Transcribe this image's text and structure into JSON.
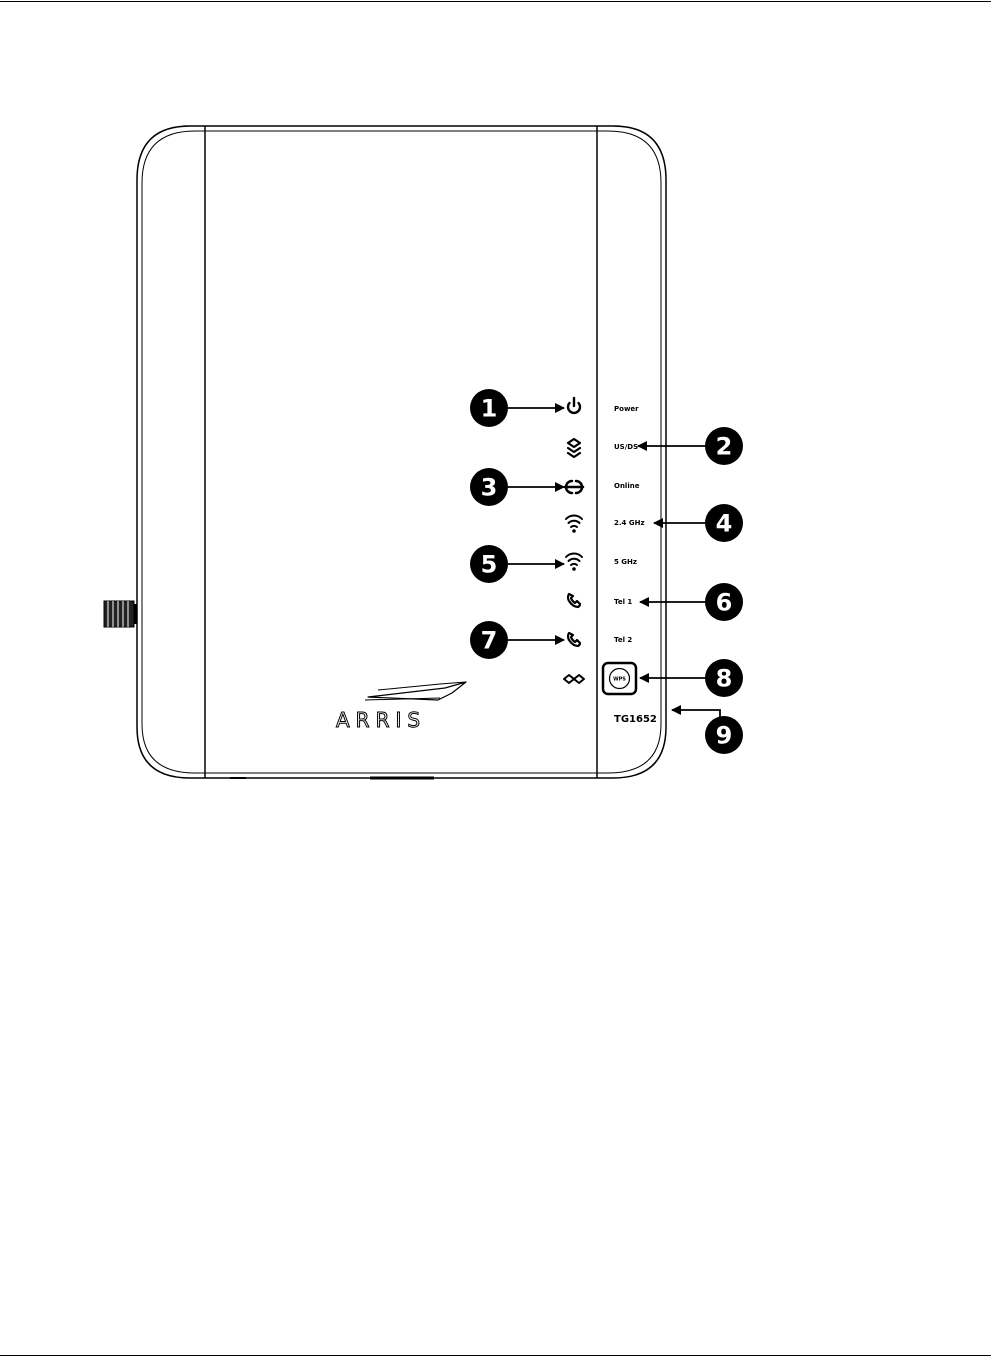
{
  "led_labels": {
    "power": "Power",
    "us_ds": "US/DS",
    "online": "Online",
    "ghz24": "2.4 GHz",
    "ghz5": "5 GHz",
    "tel1": "Tel 1",
    "tel2": "Tel 2"
  },
  "wps_button_text": "WPS",
  "brand": "ARRIS",
  "model": "TG1652",
  "callouts": [
    "1",
    "2",
    "3",
    "4",
    "5",
    "6",
    "7",
    "8",
    "9"
  ],
  "icons": [
    "power-icon",
    "us-ds-icon",
    "online-icon",
    "wifi-24-icon",
    "wifi-5-icon",
    "tel1-icon",
    "tel2-icon",
    "mta-icon",
    "wps-button"
  ],
  "colors": {
    "line": "#000000",
    "background": "#ffffff"
  }
}
